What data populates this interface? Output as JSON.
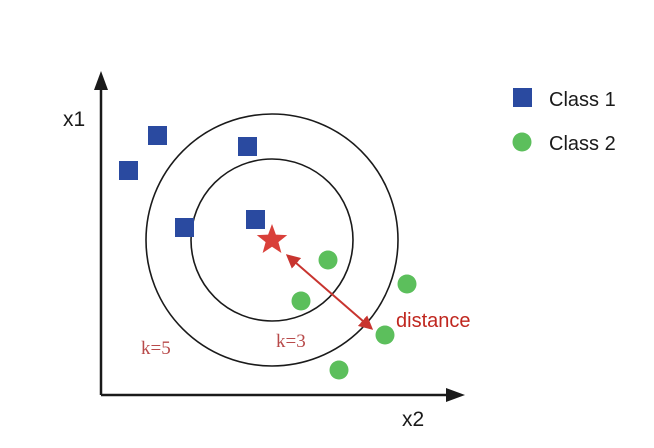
{
  "diagram": {
    "axes": {
      "y_label": "x1",
      "x_label": "x2"
    },
    "legend": [
      {
        "label": "Class 1",
        "shape": "square",
        "color": "#2a4aa0"
      },
      {
        "label": "Class 2",
        "shape": "circle",
        "color": "#5cbf5c"
      }
    ],
    "rings": [
      {
        "label": "k=5"
      },
      {
        "label": "k=3"
      }
    ],
    "distance_label": "distance",
    "colors": {
      "class1": "#2a4aa0",
      "class2": "#5cbf5c",
      "query": "#d9403a",
      "arrow": "#c8342f",
      "k_label": "#b84a4a",
      "distance_label": "#c0271f",
      "axis": "#1a1a1a"
    },
    "icons": {
      "query_point": "star",
      "class1_point": "square",
      "class2_point": "circle"
    }
  }
}
